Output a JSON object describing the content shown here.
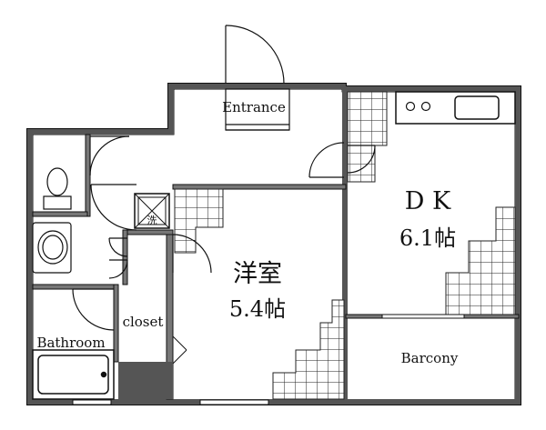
{
  "plan": {
    "entrance": "Entrance",
    "dk_title": "D K",
    "dk_size": "6.1帖",
    "western_title": "洋室",
    "western_size": "5.4帖",
    "closet": "closet",
    "bathroom": "Bathroom",
    "barcony": "Barcony",
    "washer_mark": "洗"
  }
}
